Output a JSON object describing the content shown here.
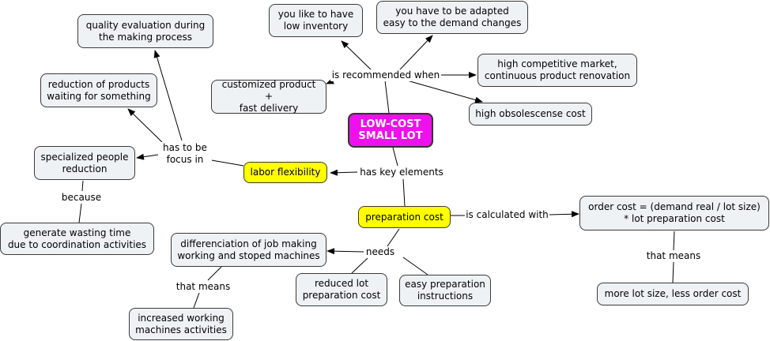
{
  "colors": {
    "central": "#ee10ee",
    "key_element": "#ffff00",
    "concept": "#eef2f4",
    "line": "#000000"
  },
  "nodes": {
    "central": "LOW-COST\nSMALL LOT",
    "labor_flexibility": "labor flexibility",
    "preparation_cost": "preparation cost",
    "low_inventory": "you like to have\nlow inventory",
    "adapted_demand": "you have to be adapted\neasy to the demand changes",
    "competitive_market": "high competitive market,\ncontinuous product renovation",
    "obsolescence_cost": "high obsolescense cost",
    "customized_product": "customized product +\nfast delivery",
    "quality_evaluation": "quality evaluation during\nthe making process",
    "reduction_waiting": "reduction of products\nwaiting for something",
    "specialized_people": "specialized people\nreduction",
    "wasting_time": "generate wasting time\ndue to coordination activities",
    "order_cost": "order cost = (demand real / lot size)\n* lot preparation cost",
    "lot_size": "more lot size, less order cost",
    "differenciation": "differenciation of job making\nworking and stoped machines",
    "increased_working": "increased working\nmachines activities",
    "reduced_lot": "reduced lot\npreparation cost",
    "easy_preparation": "easy preparation\ninstructions"
  },
  "labels": {
    "recommended_when": "is recommended when",
    "has_to_be_focus": "has to be\nfocus in",
    "because": "because",
    "has_key_elements": "has key elements",
    "calculated_with": "is calculated with",
    "that_means_right": "that means",
    "needs": "needs",
    "that_means_left": "that means"
  }
}
